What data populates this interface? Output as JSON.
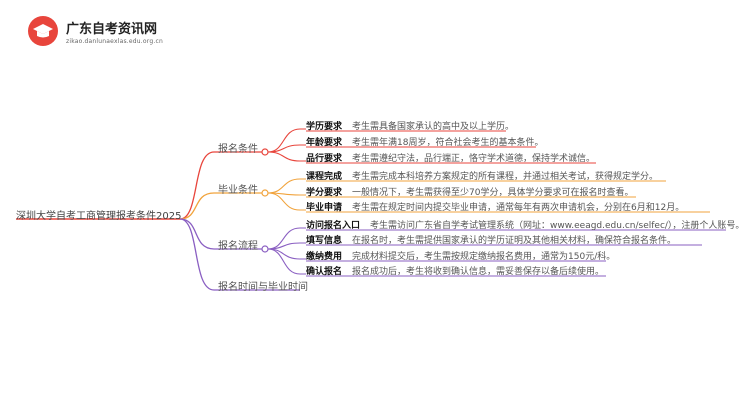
{
  "logo": {
    "title": "广东自考资讯网",
    "subtitle": "zikao.danlunaexlas.edu.org.cn",
    "icon": "graduation-cap-icon",
    "color": "#e8453c"
  },
  "root_label": "深圳大学自考工商管理报考条件2025",
  "colors": {
    "branch1": "#e8453c",
    "branch2": "#f1a33c",
    "branch3": "#8a5fc2",
    "branch4": "#8a5fc2"
  },
  "branches": [
    {
      "label": "报名条件",
      "items": [
        {
          "key": "学历要求",
          "text": "考生需具备国家承认的高中及以上学历。"
        },
        {
          "key": "年龄要求",
          "text": "考生需年满18周岁，符合社会考生的基本条件。"
        },
        {
          "key": "品行要求",
          "text": "考生需遵纪守法，品行端正，恪守学术道德，保持学术诚信。"
        }
      ]
    },
    {
      "label": "毕业条件",
      "items": [
        {
          "key": "课程完成",
          "text": "考生需完成本科培养方案规定的所有课程，并通过相关考试，获得规定学分。"
        },
        {
          "key": "学分要求",
          "text": "一般情况下，考生需获得至少70学分，具体学分要求可在报名时查看。"
        },
        {
          "key": "毕业申请",
          "text": "考生需在规定时间内提交毕业申请，通常每年有两次申请机会，分别在6月和12月。"
        }
      ]
    },
    {
      "label": "报名流程",
      "items": [
        {
          "key": "访问报名入口",
          "text": "考生需访问广东省自学考试管理系统（网址：www.eeagd.edu.cn/selfec/），注册个人账号。"
        },
        {
          "key": "填写信息",
          "text": "在报名时，考生需提供国家承认的学历证明及其他相关材料，确保符合报名条件。"
        },
        {
          "key": "缴纳费用",
          "text": "完成材料提交后，考生需按规定缴纳报名费用，通常为150元/科。"
        },
        {
          "key": "确认报名",
          "text": "报名成功后，考生将收到确认信息，需妥善保存以备后续使用。"
        }
      ]
    },
    {
      "label": "报名时间与毕业时间",
      "items": []
    }
  ]
}
